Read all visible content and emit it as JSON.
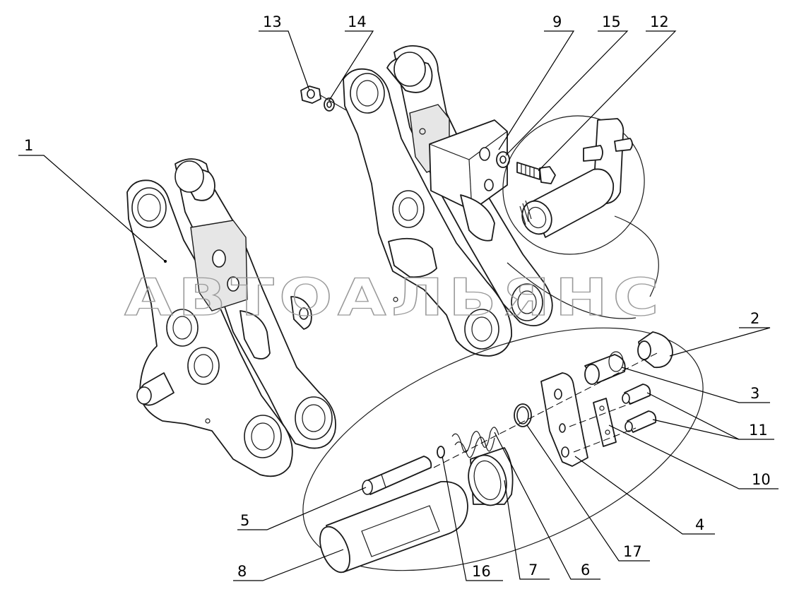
{
  "watermark": "АВТОАЛЬЯНС",
  "callouts": {
    "c1": "1",
    "c2": "2",
    "c3": "3",
    "c4": "4",
    "c5": "5",
    "c6": "6",
    "c7": "7",
    "c8": "8",
    "c9": "9",
    "c10": "10",
    "c11": "11",
    "c12": "12",
    "c13": "13",
    "c14": "14",
    "c15": "15",
    "c16": "16",
    "c17": "17"
  }
}
